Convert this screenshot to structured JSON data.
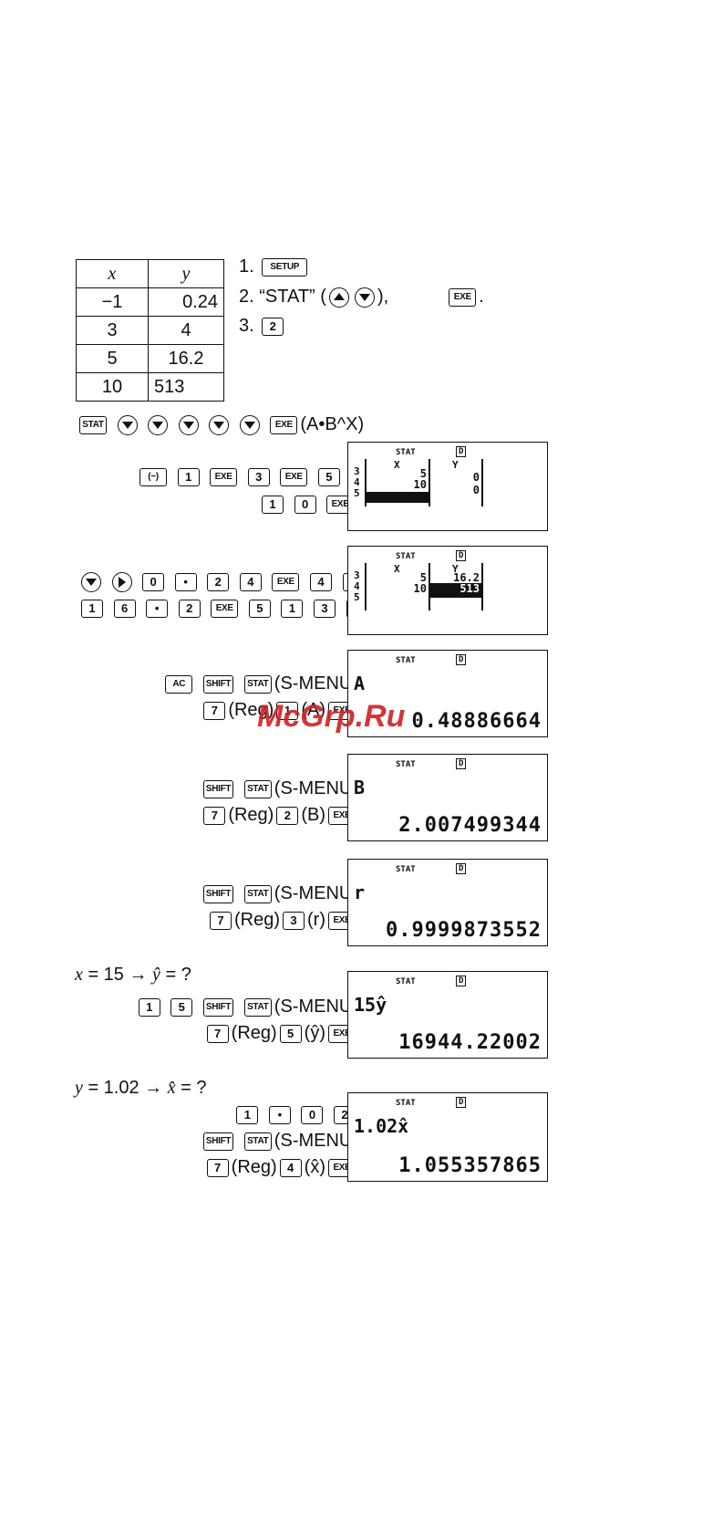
{
  "table": {
    "header": [
      "x",
      "y"
    ],
    "rows": [
      [
        "−1",
        "0.24"
      ],
      [
        "3",
        "4"
      ],
      [
        "5",
        "16.2"
      ],
      [
        "10",
        "513"
      ]
    ]
  },
  "steps": {
    "s1_num": "1.",
    "s1_key": "SETUP",
    "s2_num": "2.",
    "s2_text": "“STAT” (",
    "s2_close": "),",
    "s2_key": "EXE",
    "s2_end": ".",
    "s3_num": "3.",
    "s3_key": "2"
  },
  "keys": {
    "stat": "STAT",
    "exe": "EXE",
    "neg": "(−)",
    "shift": "SHIFT",
    "ac": "AC",
    "k0": "0",
    "k1": "1",
    "k2": "2",
    "k3": "3",
    "k4": "4",
    "k5": "5",
    "k6": "6",
    "k7": "7",
    "dot": "•"
  },
  "line_stat_suffix": "(A•B^X)",
  "labels": {
    "smenu": "(S-MENU)",
    "reg": "(Reg)",
    "a": "(A)",
    "b": "(B)",
    "r": "(r)",
    "yhat": "(ŷ)",
    "xhat": "(x̂)"
  },
  "question1": {
    "lhs": "x",
    "rest": " = 15 → ",
    "yhat": "ŷ",
    "end": " = ?"
  },
  "question2": {
    "lhs": "y",
    "rest": " = 1.02 → ",
    "xhat": "x̂",
    "end": " = ?"
  },
  "screens": {
    "indicator": "STAT",
    "d": "D",
    "table1": {
      "rows": [
        "3",
        "4",
        "5"
      ],
      "hx": "X",
      "hy": "Y",
      "x": [
        "5",
        "10",
        ""
      ],
      "y": [
        "0",
        "0",
        ""
      ]
    },
    "table2": {
      "rows": [
        "3",
        "4",
        "5"
      ],
      "hx": "X",
      "hy": "Y",
      "x": [
        "5",
        "10",
        ""
      ],
      "y": [
        "16.2",
        "513",
        ""
      ]
    },
    "a": {
      "expr": "A",
      "result": "0.48886664"
    },
    "b": {
      "expr": "B",
      "result": "2.007499344"
    },
    "r": {
      "expr": "r",
      "result": "0.9999873552"
    },
    "yhat": {
      "expr": "15ŷ",
      "result": "16944.22002"
    },
    "xhat": {
      "expr": "1.02x̂",
      "result": "1.055357865"
    }
  },
  "watermark": "McGrp.Ru"
}
